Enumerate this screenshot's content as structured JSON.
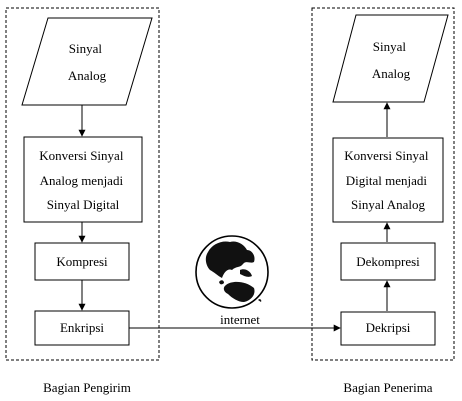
{
  "sender": {
    "caption": "Bagian Pengirim",
    "input": [
      "Sinyal",
      "Analog"
    ],
    "convert": [
      "Konversi Sinyal",
      "Analog menjadi",
      "Sinyal Digital"
    ],
    "compress": "Kompresi",
    "encrypt": "Enkripsi"
  },
  "receiver": {
    "caption": "Bagian Penerima",
    "output": [
      "Sinyal",
      "Analog"
    ],
    "convert": [
      "Konversi Sinyal",
      "Digital menjadi",
      "Sinyal Analog"
    ],
    "decompress": "Dekompresi",
    "decrypt": "Dekripsi"
  },
  "network": {
    "label": "internet",
    "icon": "globe-icon"
  }
}
